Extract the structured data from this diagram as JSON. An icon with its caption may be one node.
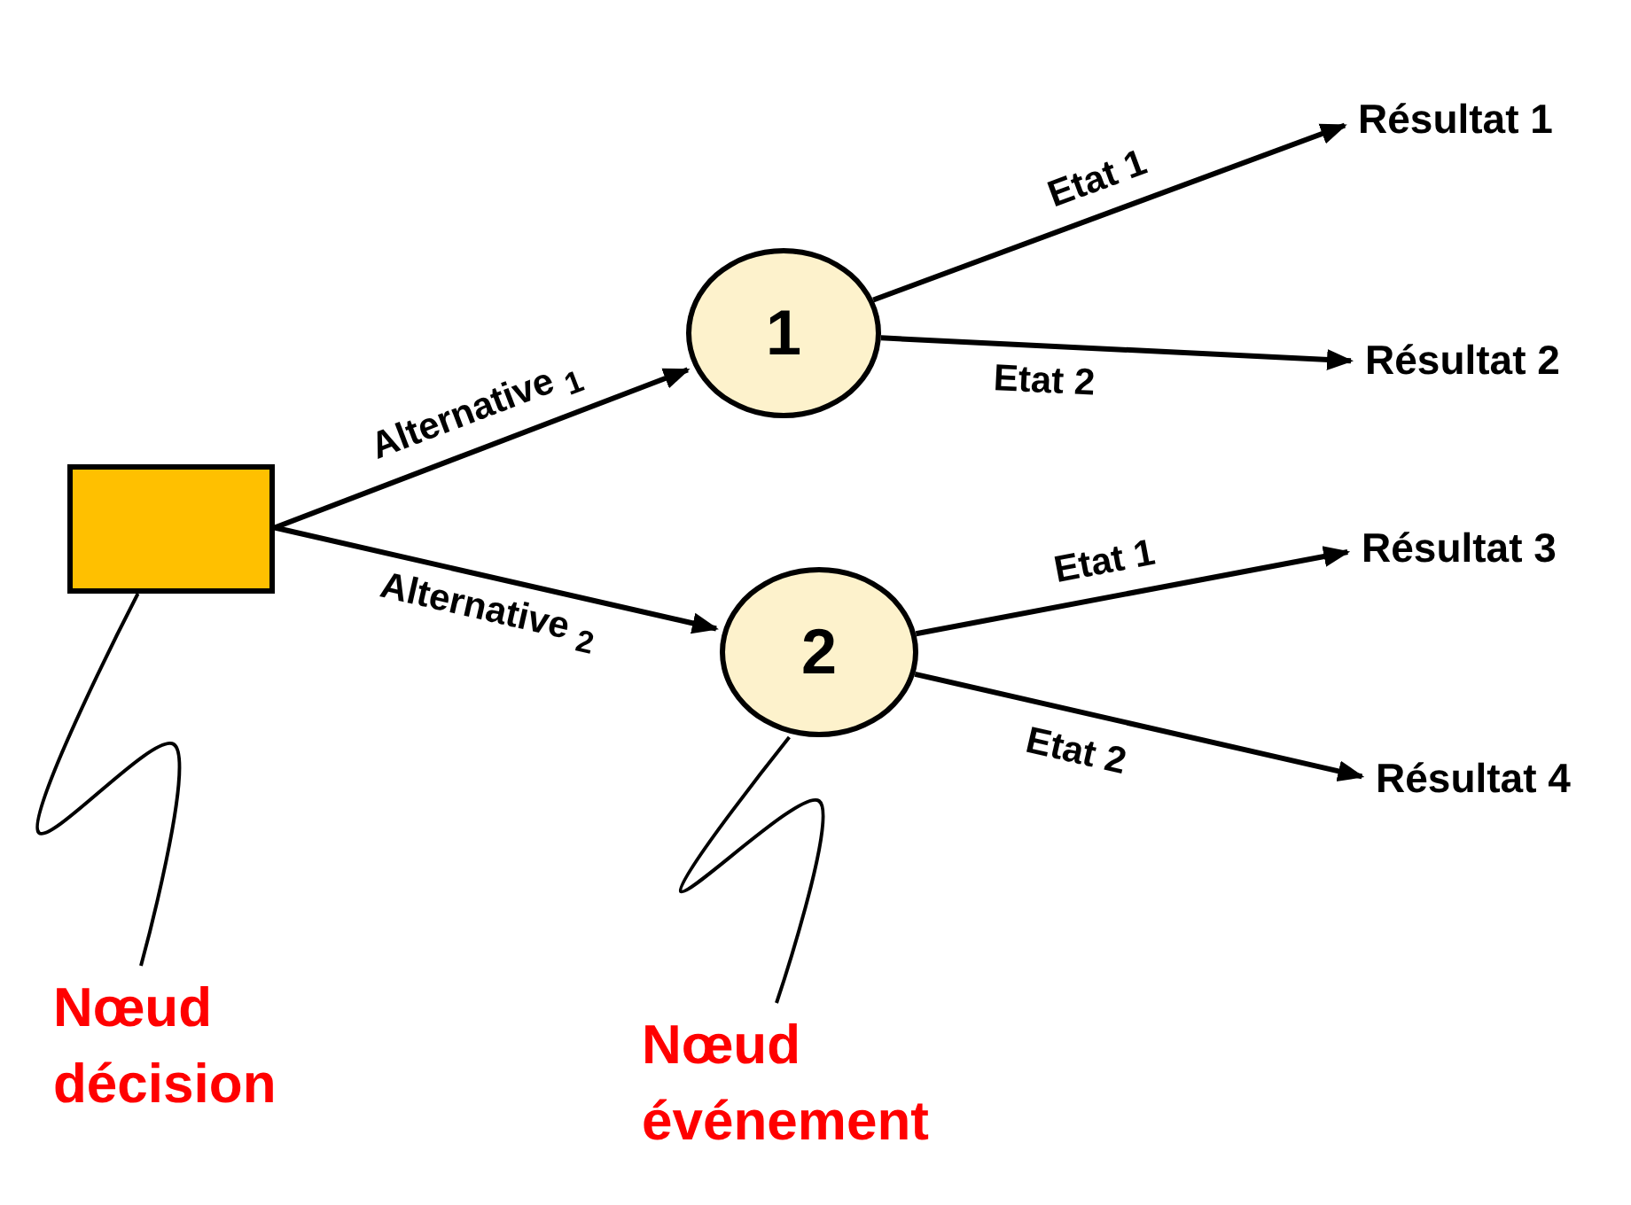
{
  "diagram": {
    "nodes": [
      {
        "text": [],
        "shape": "box"
      },
      {
        "text": [
          "1"
        ]
      },
      {
        "text": [
          "2"
        ]
      },
      {
        "text": [
          "Résultat 1"
        ]
      },
      {
        "text": [
          "Résultat 2"
        ]
      },
      {
        "text": [
          "Résultat 3"
        ]
      },
      {
        "text": [
          "Résultat 4"
        ]
      },
      {
        "text": [
          "Nœud décision"
        ]
      },
      {
        "text": [
          "Nœud événement"
        ]
      }
    ],
    "edges": [
      {
        "from": 0,
        "to": 1,
        "arrow": "to",
        "label": "Alternative $_{1}$"
      },
      {
        "from": 0,
        "to": 2,
        "arrow": "to",
        "label": "Alternative $_{2}$"
      },
      {
        "from": 1,
        "to": 3,
        "arrow": "to",
        "label": "Etat 1"
      },
      {
        "from": 1,
        "to": 4,
        "arrow": "to",
        "label": "Etat 2"
      },
      {
        "from": 2,
        "to": 5,
        "arrow": "to",
        "label": "Etat 1"
      },
      {
        "from": 2,
        "to": 6,
        "arrow": "to",
        "label": "Etat 2"
      },
      {
        "from": 7,
        "to": 0,
        "arrow": "none"
      },
      {
        "from": 8,
        "to": 2,
        "arrow": "none"
      }
    ]
  }
}
